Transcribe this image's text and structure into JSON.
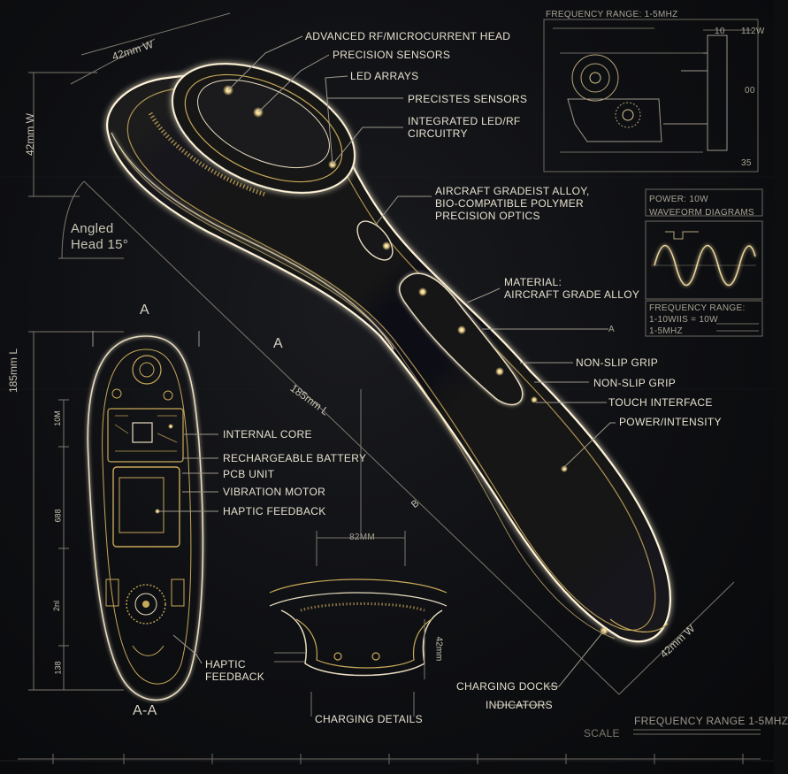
{
  "callouts": {
    "rf_head": "ADVANCED RF/MICROCURRENT HEAD",
    "precision_sensors": "PRECISION SENSORS",
    "led_arrays": "LED ARRAYS",
    "precistes_sensors": "PRECISTES SENSORS",
    "integrated_1": "INTEGRATED LED/RF",
    "integrated_2": "CIRCUITRY",
    "aircraft_1": "AIRCRAFT GRADEIST ALLOY,",
    "aircraft_2": "BIO-COMPATIBLE POLYMER",
    "aircraft_3": "PRECISION OPTICS",
    "material_1": "MATERIAL:",
    "material_2": "AIRCRAFT GRADE ALLOY",
    "non_slip_1": "NON-SLIP GRIP",
    "non_slip_2": "NON-SLIP GRIP",
    "touch": "TOUCH INTERFACE",
    "power_intensity": "POWER/INTENSITY",
    "internal_core": "INTERNAL CORE",
    "battery": "RECHARGEABLE BATTERY",
    "pcb": "PCB UNIT",
    "vibration": "VIBRATION MOTOR",
    "haptic": "HAPTIC FEEDBACK",
    "haptic2_1": "HAPTIC",
    "haptic2_2": "FEEDBACK",
    "charging_docks": "CHARGING DOCKS",
    "indicators": "INDICATORS",
    "charging_details": "CHARGING DETAILS"
  },
  "dimensions": {
    "width_top": "42mm W",
    "width_left": "42mm W",
    "length_left": "185mm L",
    "length_diag": "185mm L",
    "width_bottom": "42mm W",
    "angle_1": "Angled",
    "angle_2": "Head 15°",
    "dock_width": "82mm",
    "dock_height": "42mm",
    "section_a": "A",
    "section_a_arrow": "A",
    "section_aa": "A-A",
    "side_1": "10M",
    "side_2": "688",
    "side_3": "2nl",
    "side_4": "138",
    "mark_a": "a",
    "mark_b": "B"
  },
  "top_panel": {
    "title": "FREQUENCY RANGE: 1-5MHz",
    "dim_10": "10",
    "dim_11": "112W",
    "dim_00": "00",
    "dim_35": "35"
  },
  "waveform_panel": {
    "power": "POWER: 10W",
    "diagrams": "WAVEFORM DIAGRAMS",
    "freq_title": "FREQUENCY RANGE:",
    "freq_line1": "1-10WIIs = 10W",
    "freq_line2": "1-5MHz"
  },
  "footer": {
    "frequency": "FREQUENCY RANGE 1-5MHz",
    "scale": "SCALE"
  },
  "colors": {
    "background": "#0d0e10",
    "gold": "#c8a85a",
    "glow": "#fff4d8",
    "line": "#9d978a"
  }
}
